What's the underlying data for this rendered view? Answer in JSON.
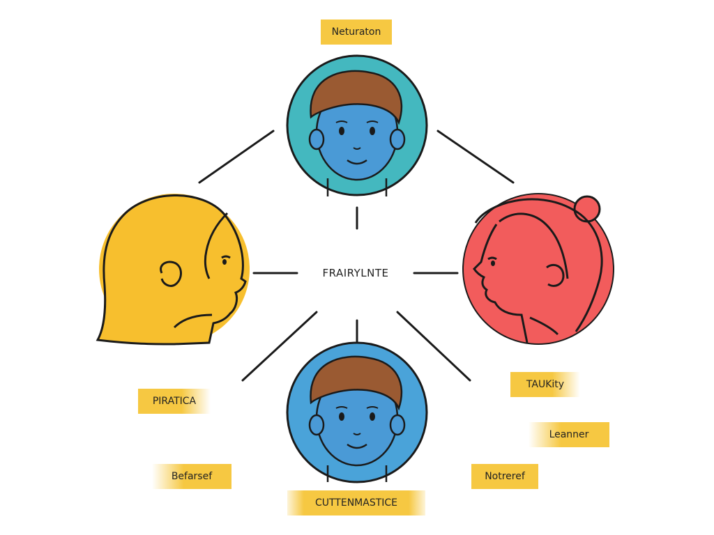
{
  "center": {
    "label": "FRAIRYLNTE"
  },
  "tags": {
    "top": "Neturaton",
    "right_upper": "TAUKity",
    "right_mid": "Leanner",
    "right_lower": "Notreref",
    "left_upper": "PIRATICA",
    "left_lower": "Befarsef",
    "bottom": "CUTTENMASTICE"
  },
  "palette": {
    "teal": "#44b8bf",
    "blue": "#4a9fd8",
    "yellow": "#f7bf2e",
    "red": "#f25c5c",
    "hair_brown": "#9a5a32",
    "skin_blue": "#4a9ad6",
    "tag_yellow": "#f6c842",
    "line": "#1a1a1a"
  }
}
